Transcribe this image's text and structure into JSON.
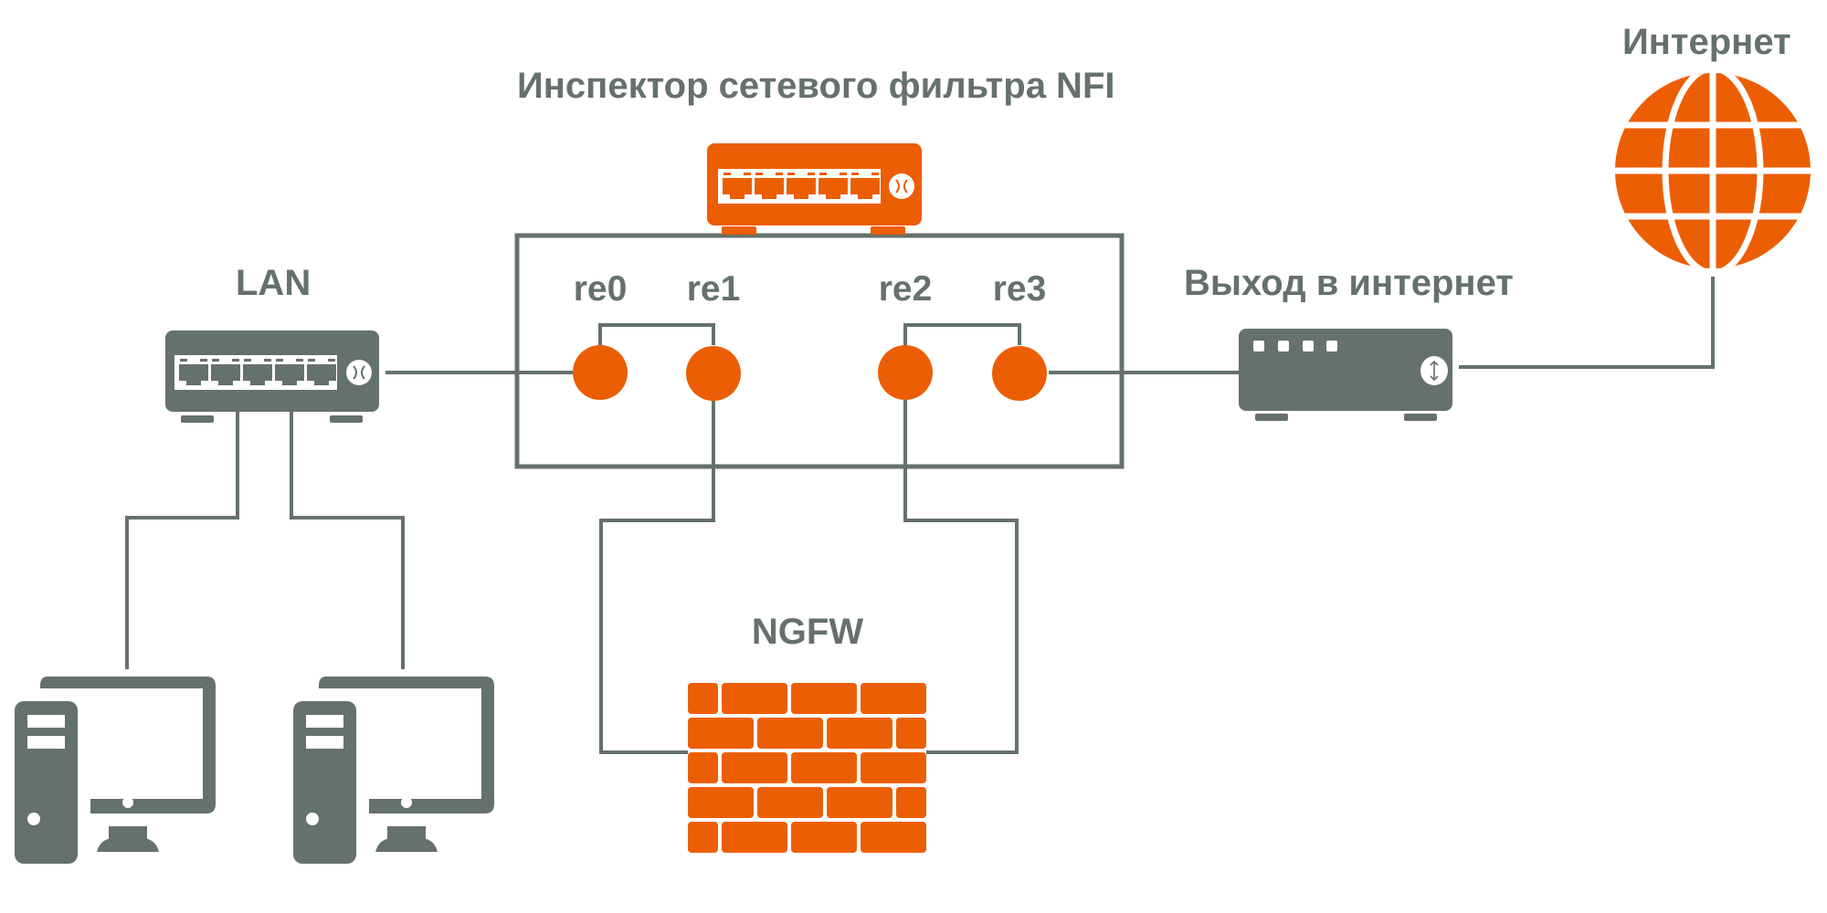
{
  "diagram": {
    "title": "Инспектор сетевого фильтра NFI",
    "colors": {
      "gray": "#65716c",
      "orange": "#ec5e04",
      "background": "#ffffff"
    },
    "nodes": {
      "lan": {
        "label": "LAN",
        "icon": "network-switch-icon",
        "ports": 5
      },
      "nfi": {
        "label": "Инспектор сетевого фильтра NFI",
        "icon": "network-switch-icon",
        "ports": 5
      },
      "ports": [
        {
          "id": "re0",
          "label": "re0"
        },
        {
          "id": "re1",
          "label": "re1"
        },
        {
          "id": "re2",
          "label": "re2"
        },
        {
          "id": "re3",
          "label": "re3"
        }
      ],
      "gateway": {
        "label": "Выход в интернет",
        "icon": "router-icon",
        "leds": 4
      },
      "internet": {
        "label": "Интернет",
        "icon": "globe-icon"
      },
      "ngfw": {
        "label": "NGFW",
        "icon": "firewall-brick-icon"
      },
      "workstations": [
        {
          "id": "pc-1",
          "icon": "desktop-computer-icon"
        },
        {
          "id": "pc-2",
          "icon": "desktop-computer-icon"
        }
      ]
    },
    "links": [
      {
        "from": "lan",
        "to": "re0"
      },
      {
        "from": "re0",
        "to": "re1",
        "type": "bridge"
      },
      {
        "from": "re1",
        "to": "ngfw"
      },
      {
        "from": "ngfw",
        "to": "re2"
      },
      {
        "from": "re2",
        "to": "re3",
        "type": "bridge"
      },
      {
        "from": "re3",
        "to": "gateway"
      },
      {
        "from": "gateway",
        "to": "internet"
      },
      {
        "from": "lan",
        "to": "pc-1"
      },
      {
        "from": "lan",
        "to": "pc-2"
      }
    ]
  }
}
